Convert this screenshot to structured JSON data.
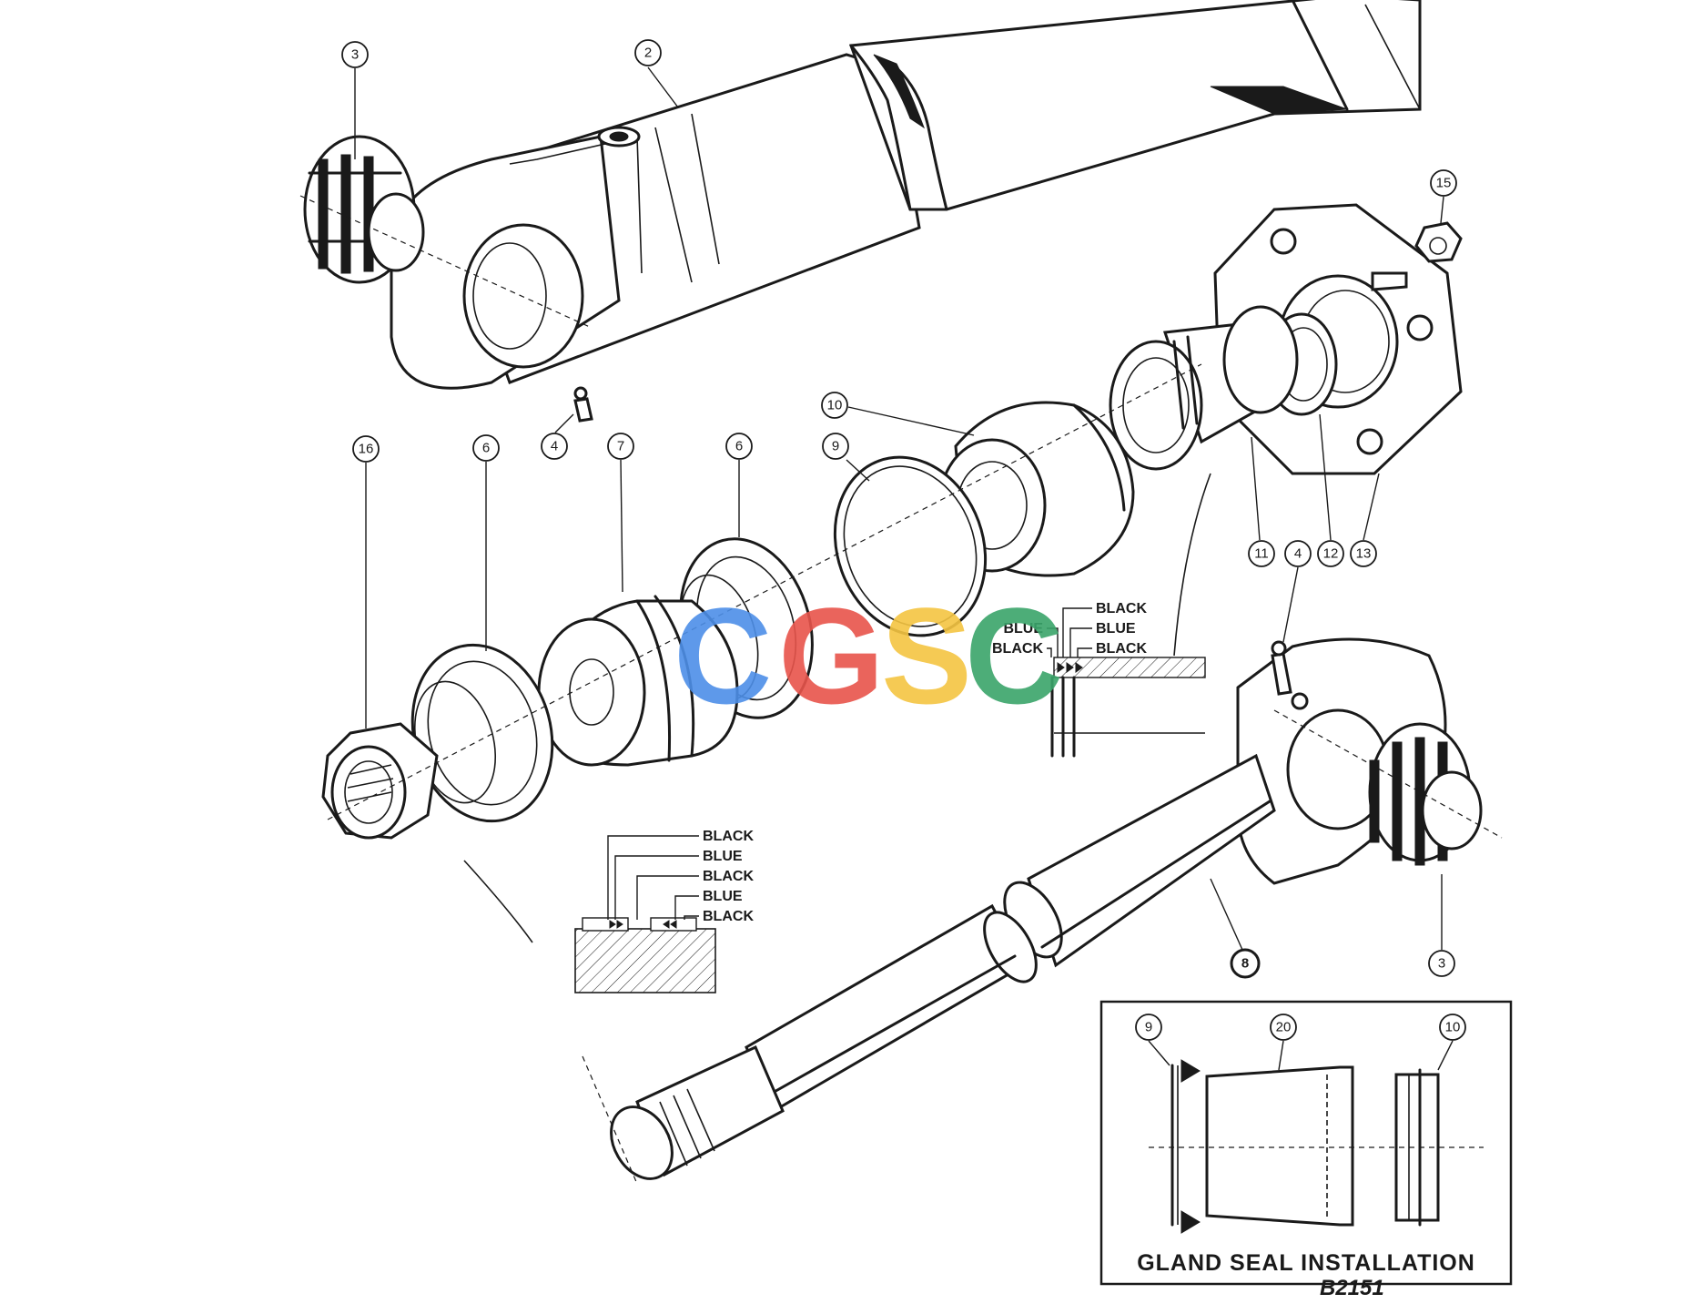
{
  "callouts": {
    "n2": "2",
    "n3a": "3",
    "n3b": "3",
    "n4a": "4",
    "n4b": "4",
    "n6a": "6",
    "n6b": "6",
    "n7": "7",
    "n8": "8",
    "n9": "9",
    "n10": "10",
    "n11": "11",
    "n12": "12",
    "n13": "13",
    "n15": "15",
    "n16": "16"
  },
  "seal_detail_piston": {
    "labels": [
      "BLACK",
      "BLUE",
      "BLACK",
      "BLUE",
      "BLACK"
    ]
  },
  "seal_detail_gland": {
    "left_labels": [
      "BLUE",
      "BLACK"
    ],
    "right_labels": [
      "BLACK",
      "BLUE",
      "BLACK"
    ]
  },
  "inset": {
    "title": "GLAND  SEAL  INSTALLATION",
    "callouts": {
      "n9": "9",
      "n20": "20",
      "n10": "10"
    }
  },
  "watermark": {
    "text": "CGSC",
    "colors": [
      "#4d8fe8",
      "#e8544b",
      "#f5c542",
      "#3aa56a"
    ]
  },
  "drawing_number": "B2151"
}
